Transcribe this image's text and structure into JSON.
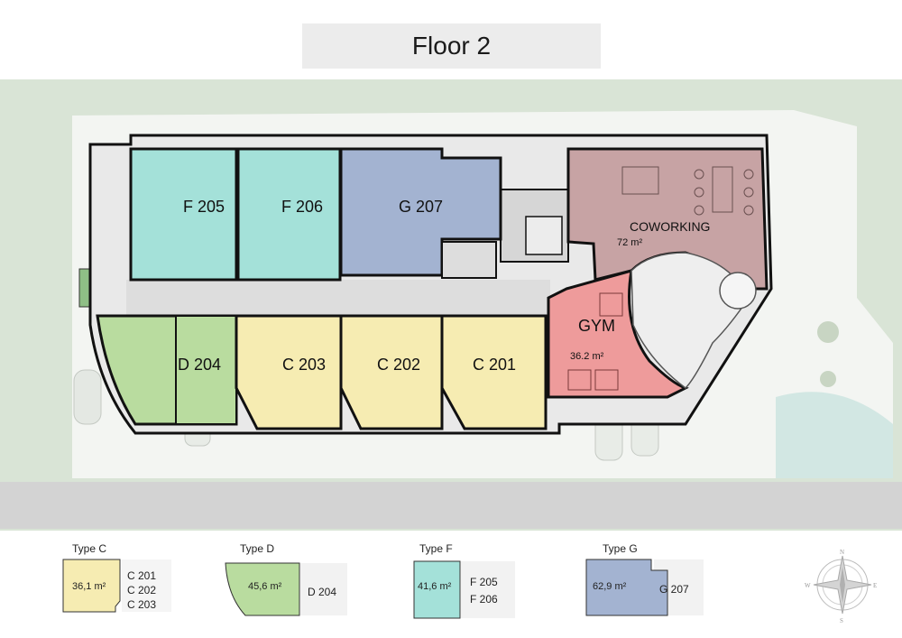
{
  "title": "Floor 2",
  "colors": {
    "type_c": "#f6ecb2",
    "type_d": "#b9dc9f",
    "type_f": "#a4e1d9",
    "type_g": "#a3b3d1",
    "coworking": "#c7a3a4",
    "gym": "#ee9b9b",
    "corridor": "#dddddd",
    "site": "#d9e4d6",
    "walls": "#111111"
  },
  "plan": {
    "units": [
      {
        "id": "F 205",
        "type": "F"
      },
      {
        "id": "F 206",
        "type": "F"
      },
      {
        "id": "G 207",
        "type": "G"
      },
      {
        "id": "D 204",
        "type": "D"
      },
      {
        "id": "C 203",
        "type": "C"
      },
      {
        "id": "C 202",
        "type": "C"
      },
      {
        "id": "C 201",
        "type": "C"
      }
    ],
    "coworking": {
      "label": "COWORKING",
      "area": "72 m²"
    },
    "gym": {
      "label": "GYM",
      "area": "36.2 m²"
    }
  },
  "legend": [
    {
      "type": "Type C",
      "area": "36,1 m²",
      "units": [
        "C 201",
        "C 202",
        "C 203"
      ]
    },
    {
      "type": "Type D",
      "area": "45,6 m²",
      "units": [
        "D 204"
      ]
    },
    {
      "type": "Type F",
      "area": "41,6 m²",
      "units": [
        "F 205",
        "F 206"
      ]
    },
    {
      "type": "Type G",
      "area": "62,9 m²",
      "units": [
        "G 207"
      ]
    }
  ],
  "compass": {
    "n": "N",
    "s": "S",
    "e": "E",
    "w": "W"
  }
}
